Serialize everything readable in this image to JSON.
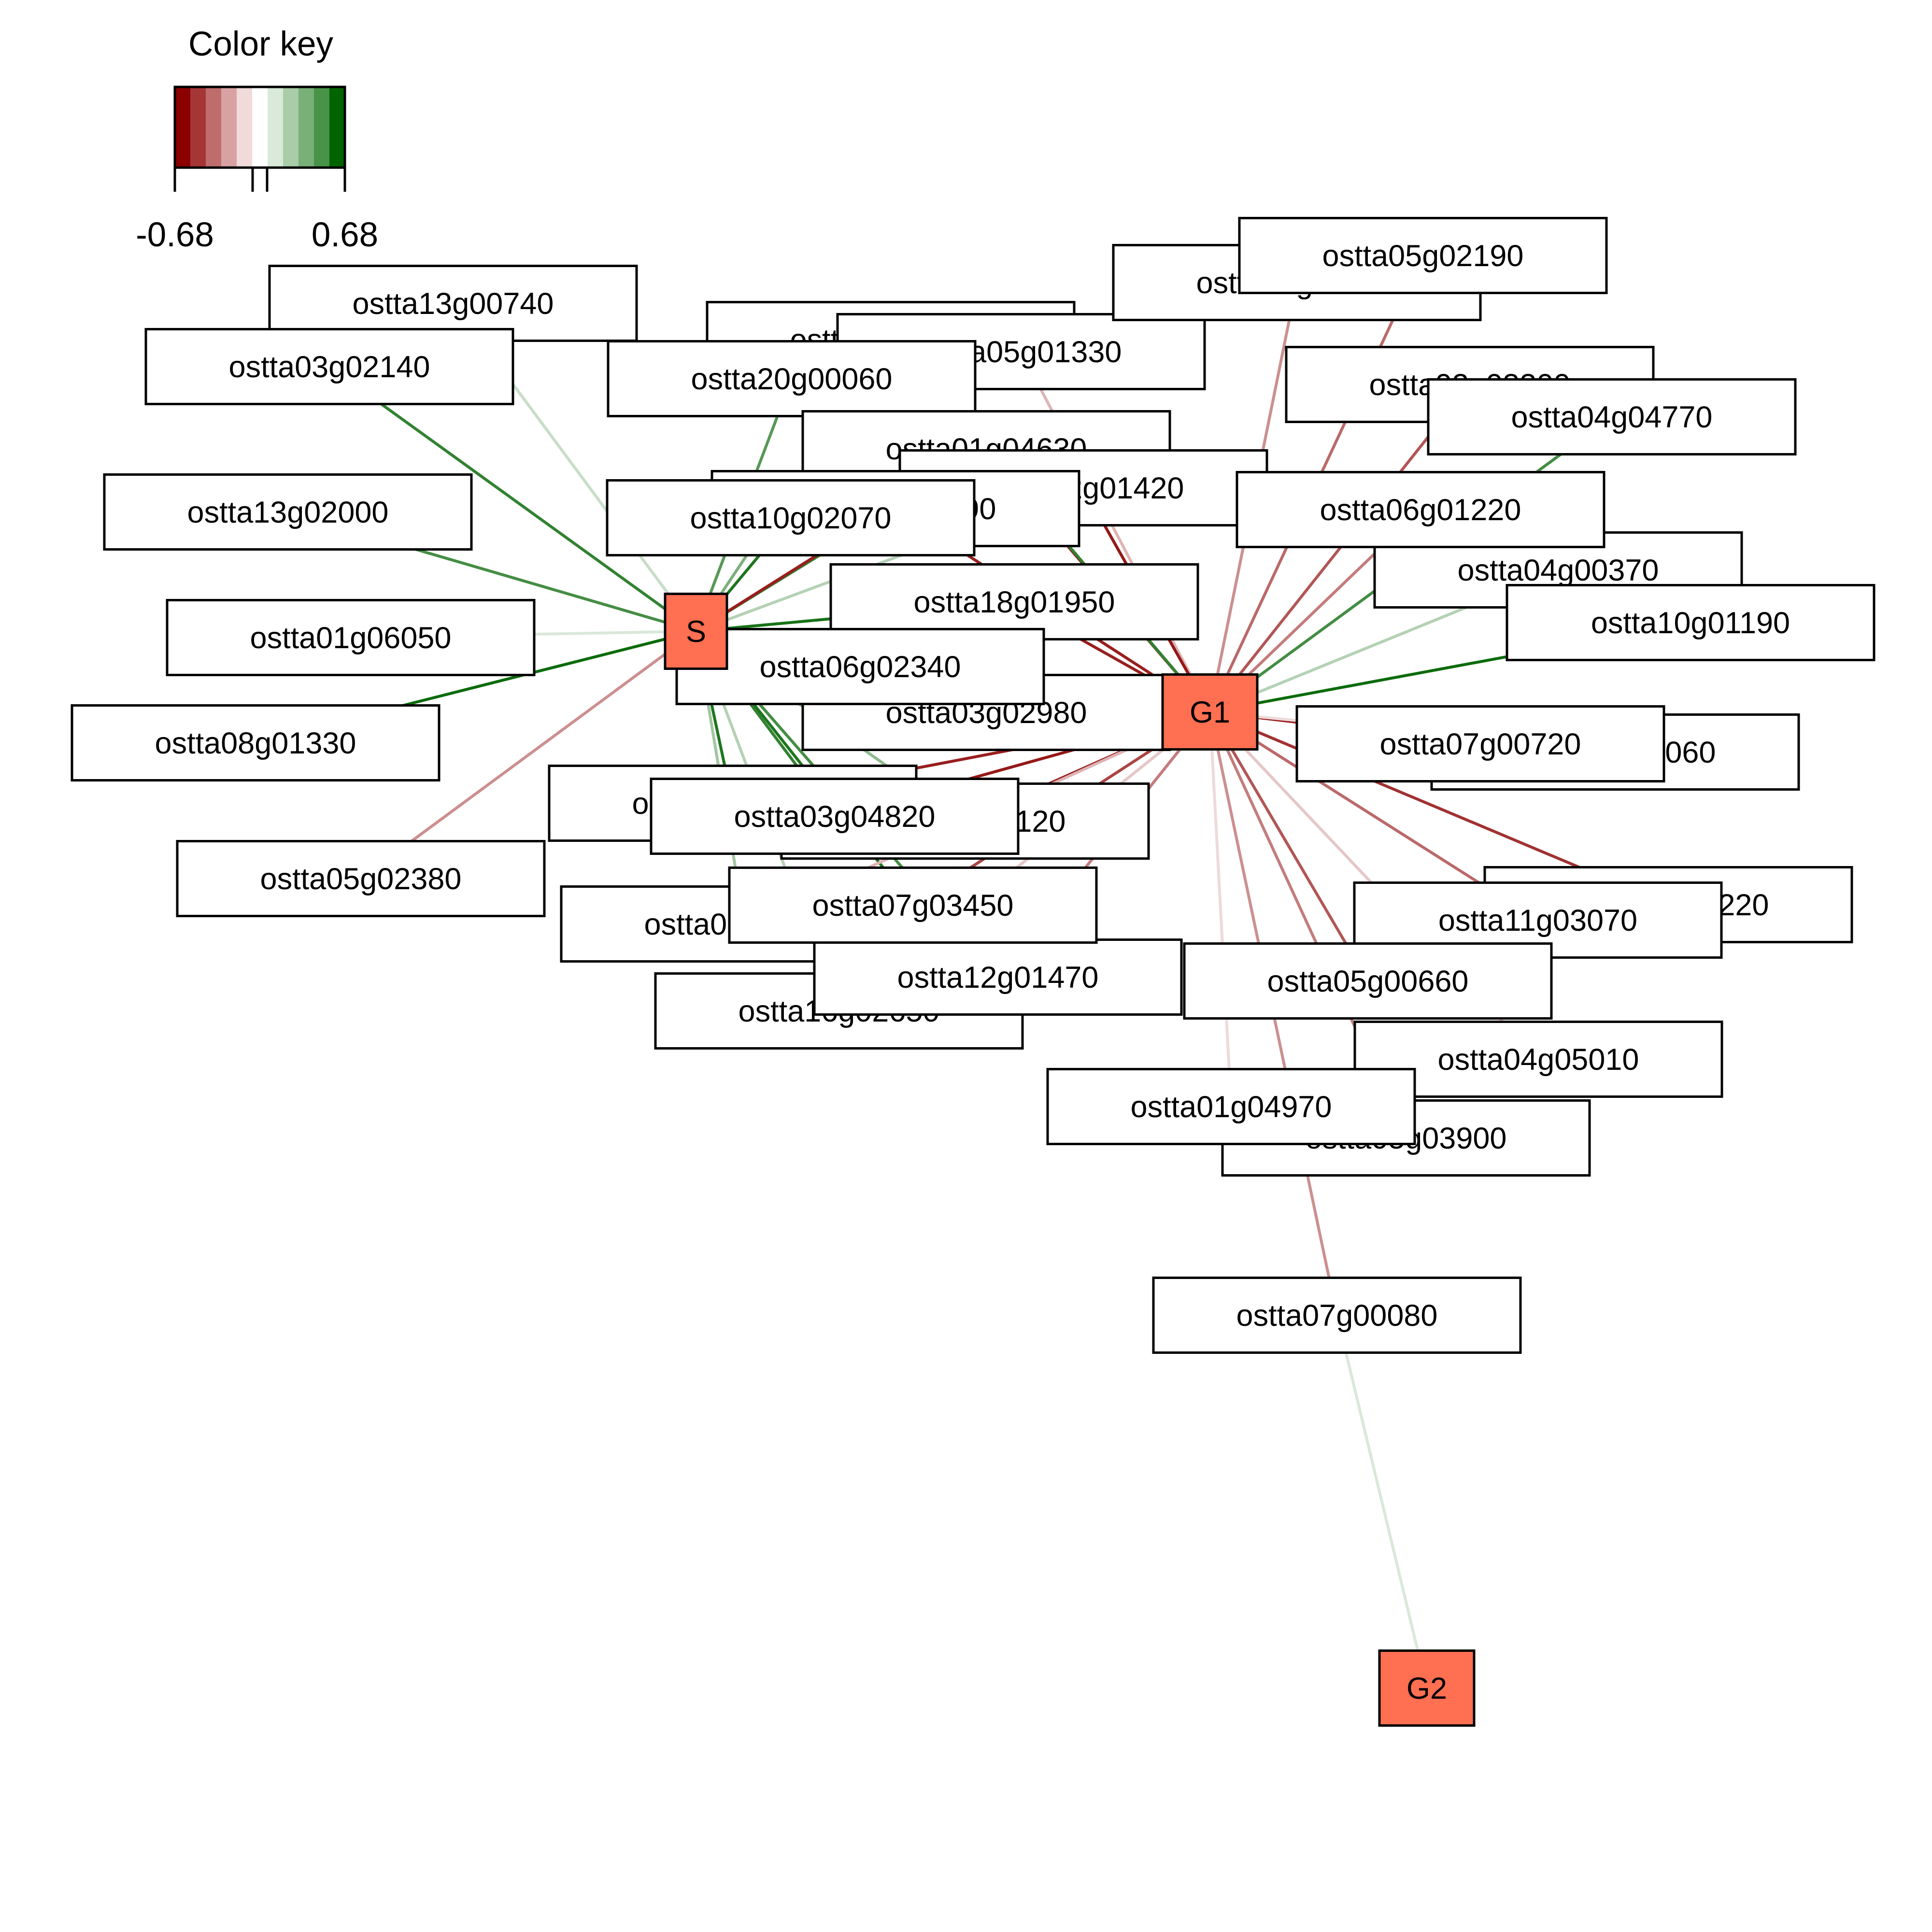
{
  "color_key": {
    "title": "Color key",
    "min_label": "-0.68",
    "max_label": "0.68",
    "swatches": [
      "#8b0000",
      "#a53636",
      "#bf6c6c",
      "#d9a2a2",
      "#f1dada",
      "#ffffff",
      "#d9ead9",
      "#a8cda8",
      "#78b078",
      "#489348",
      "#006400"
    ]
  },
  "hubs": [
    {
      "id": "S",
      "label": "S",
      "fill": "#ff6f51"
    },
    {
      "id": "G1",
      "label": "G1",
      "fill": "#ff6f51"
    },
    {
      "id": "G2",
      "label": "G2",
      "fill": "#ff6f51"
    }
  ],
  "genes": [
    {
      "id": "ostta13g00740",
      "label": "ostta13g00740"
    },
    {
      "id": "ostta03g02140",
      "label": "ostta03g02140"
    },
    {
      "id": "ostta13g02000",
      "label": "ostta13g02000"
    },
    {
      "id": "ostta01g06050",
      "label": "ostta01g06050"
    },
    {
      "id": "ostta08g01330",
      "label": "ostta08g01330"
    },
    {
      "id": "ostta05g02380",
      "label": "ostta05g02380"
    },
    {
      "id": "ostta06g03980",
      "label": "ostta06g03980"
    },
    {
      "id": "ostta05g01330",
      "label": "ostta05g01330"
    },
    {
      "id": "ostta20g00060",
      "label": "ostta20g00060"
    },
    {
      "id": "ostta01g04630",
      "label": "ostta01g04630"
    },
    {
      "id": "ostta12g01420",
      "label": "ostta12g01420"
    },
    {
      "id": "ostta16g01090",
      "label": "ostta16g01090"
    },
    {
      "id": "ostta10g02070",
      "label": "ostta10g02070"
    },
    {
      "id": "ostta18g01950",
      "label": "ostta18g01950"
    },
    {
      "id": "ostta06g02340",
      "label": "ostta06g02340"
    },
    {
      "id": "ostta03g02980",
      "label": "ostta03g02980"
    },
    {
      "id": "ostta10g03080",
      "label": "ostta10g03080"
    },
    {
      "id": "ostta03g04820",
      "label": "ostta03g04820"
    },
    {
      "id": "ostta03g03120",
      "label": "ostta03g03120"
    },
    {
      "id": "ostta07g03450",
      "label": "ostta07g03450"
    },
    {
      "id": "ostta03g00840",
      "label": "ostta03g00840"
    },
    {
      "id": "ostta12g01470",
      "label": "ostta12g01470"
    },
    {
      "id": "ostta16g02650",
      "label": "ostta16g02650"
    },
    {
      "id": "ostta07g00980",
      "label": "ostta07g00980"
    },
    {
      "id": "ostta05g02190",
      "label": "ostta05g02190"
    },
    {
      "id": "ostta02g03300",
      "label": "ostta02g03300"
    },
    {
      "id": "ostta04g04770",
      "label": "ostta04g04770"
    },
    {
      "id": "ostta06g01220",
      "label": "ostta06g01220"
    },
    {
      "id": "ostta04g00370",
      "label": "ostta04g00370"
    },
    {
      "id": "ostta10g01190",
      "label": "ostta10g01190"
    },
    {
      "id": "ostta07g00720",
      "label": "ostta07g00720"
    },
    {
      "id": "ostta15g01060",
      "label": "ostta15g01060"
    },
    {
      "id": "ostta03g02220",
      "label": "ostta03g02220"
    },
    {
      "id": "ostta11g03070",
      "label": "ostta11g03070"
    },
    {
      "id": "ostta05g00660",
      "label": "ostta05g00660"
    },
    {
      "id": "ostta04g05010",
      "label": "ostta04g05010"
    },
    {
      "id": "ostta01g04970",
      "label": "ostta01g04970"
    },
    {
      "id": "ostta05g03900",
      "label": "ostta05g03900"
    },
    {
      "id": "ostta07g00080",
      "label": "ostta07g00080"
    }
  ],
  "edges": [
    {
      "from": "S",
      "to": "ostta13g00740",
      "weight": 0.15
    },
    {
      "from": "S",
      "to": "ostta03g02140",
      "weight": 0.55
    },
    {
      "from": "S",
      "to": "ostta13g02000",
      "weight": 0.5
    },
    {
      "from": "S",
      "to": "ostta01g06050",
      "weight": 0.1
    },
    {
      "from": "S",
      "to": "ostta08g01330",
      "weight": 0.65
    },
    {
      "from": "S",
      "to": "ostta05g02380",
      "weight": -0.3
    },
    {
      "from": "S",
      "to": "ostta06g03980",
      "weight": 0.35
    },
    {
      "from": "S",
      "to": "ostta20g00060",
      "weight": 0.45
    },
    {
      "from": "S",
      "to": "ostta10g02070",
      "weight": 0.6
    },
    {
      "from": "S",
      "to": "ostta16g01090",
      "weight": 0.55
    },
    {
      "from": "S",
      "to": "ostta18g01950",
      "weight": 0.62
    },
    {
      "from": "S",
      "to": "ostta01g04630",
      "weight": -0.6
    },
    {
      "from": "S",
      "to": "ostta06g02340",
      "weight": 0.5
    },
    {
      "from": "S",
      "to": "ostta03g02980",
      "weight": 0.6
    },
    {
      "from": "S",
      "to": "ostta10g03080",
      "weight": 0.6
    },
    {
      "from": "S",
      "to": "ostta03g04820",
      "weight": 0.55
    },
    {
      "from": "S",
      "to": "ostta03g03120",
      "weight": 0.3
    },
    {
      "from": "S",
      "to": "ostta07g03450",
      "weight": 0.6
    },
    {
      "from": "S",
      "to": "ostta03g00840",
      "weight": 0.25
    },
    {
      "from": "S",
      "to": "ostta12g01470",
      "weight": 0.5
    },
    {
      "from": "S",
      "to": "ostta16g02650",
      "weight": 0.2
    },
    {
      "from": "S",
      "to": "ostta12g01420",
      "weight": 0.2
    },
    {
      "from": "G1",
      "to": "ostta07g00980",
      "weight": -0.3
    },
    {
      "from": "G1",
      "to": "ostta05g02190",
      "weight": -0.4
    },
    {
      "from": "G1",
      "to": "ostta05g01330",
      "weight": -0.2
    },
    {
      "from": "G1",
      "to": "ostta06g03980",
      "weight": -0.6
    },
    {
      "from": "G1",
      "to": "ostta02g03300",
      "weight": -0.45
    },
    {
      "from": "G1",
      "to": "ostta04g04770",
      "weight": 0.5
    },
    {
      "from": "G1",
      "to": "ostta06g01220",
      "weight": -0.35
    },
    {
      "from": "G1",
      "to": "ostta04g00370",
      "weight": 0.2
    },
    {
      "from": "G1",
      "to": "ostta10g01190",
      "weight": 0.65
    },
    {
      "from": "G1",
      "to": "ostta12g01420",
      "weight": -0.62
    },
    {
      "from": "G1",
      "to": "ostta01g04630",
      "weight": 0.55
    },
    {
      "from": "G1",
      "to": "ostta16g01090",
      "weight": -0.6
    },
    {
      "from": "G1",
      "to": "ostta18g01950",
      "weight": -0.6
    },
    {
      "from": "G1",
      "to": "ostta06g02340",
      "weight": -0.55
    },
    {
      "from": "G1",
      "to": "ostta03g02980",
      "weight": -0.4
    },
    {
      "from": "G1",
      "to": "ostta07g00720",
      "weight": -0.6
    },
    {
      "from": "G1",
      "to": "ostta15g01060",
      "weight": -0.1
    },
    {
      "from": "G1",
      "to": "ostta03g02220",
      "weight": -0.55
    },
    {
      "from": "G1",
      "to": "ostta11g03070",
      "weight": -0.4
    },
    {
      "from": "G1",
      "to": "ostta05g00660",
      "weight": -0.45
    },
    {
      "from": "G1",
      "to": "ostta04g05010",
      "weight": -0.15
    },
    {
      "from": "G1",
      "to": "ostta01g04970",
      "weight": -0.1
    },
    {
      "from": "G1",
      "to": "ostta05g03900",
      "weight": -0.35
    },
    {
      "from": "G1",
      "to": "ostta07g00080",
      "weight": -0.3
    },
    {
      "from": "G1",
      "to": "ostta03g03120",
      "weight": -0.6
    },
    {
      "from": "G1",
      "to": "ostta03g04820",
      "weight": -0.62
    },
    {
      "from": "G1",
      "to": "ostta10g03080",
      "weight": -0.6
    },
    {
      "from": "G1",
      "to": "ostta07g03450",
      "weight": -0.5
    },
    {
      "from": "G1",
      "to": "ostta12g01470",
      "weight": -0.35
    },
    {
      "from": "G1",
      "to": "ostta03g00840",
      "weight": -0.2
    },
    {
      "from": "G1",
      "to": "ostta16g02650",
      "weight": -0.15
    },
    {
      "from": "G2",
      "to": "ostta07g00080",
      "weight": 0.1
    }
  ]
}
